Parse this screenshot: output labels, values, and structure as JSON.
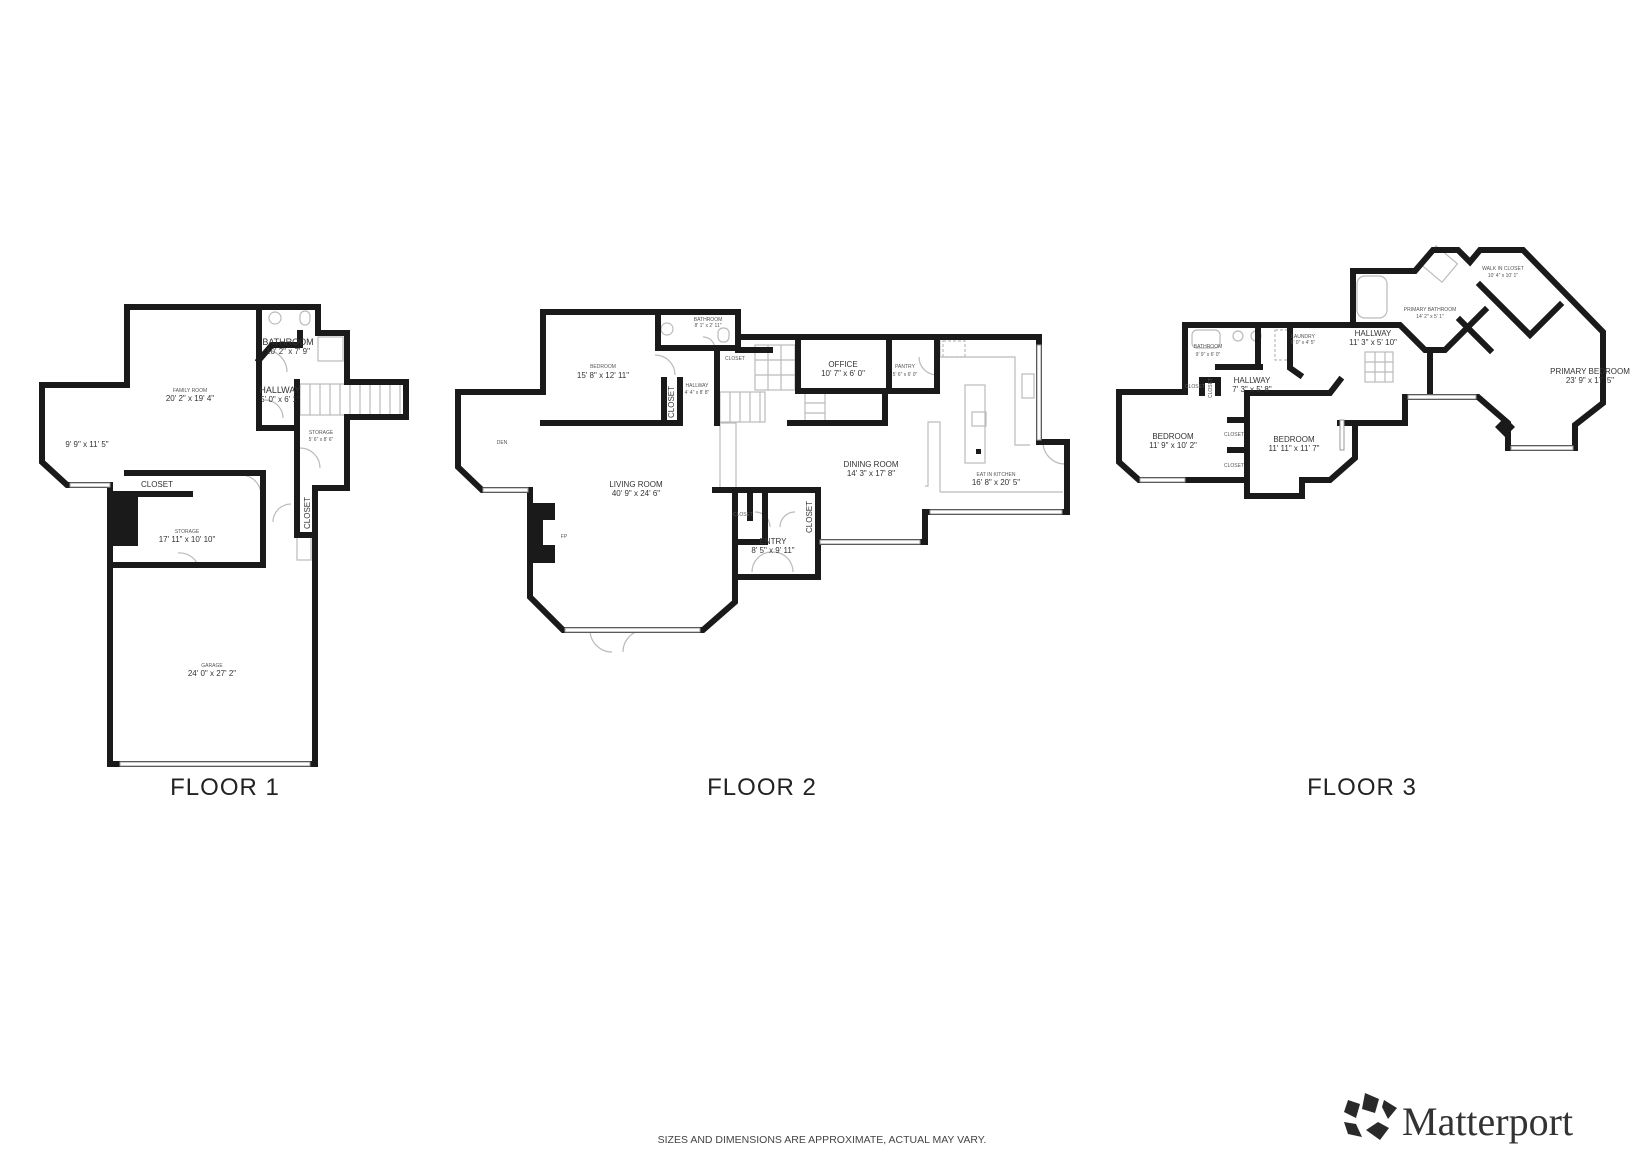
{
  "floors": [
    {
      "title": "FLOOR 1",
      "rooms": [
        {
          "name": "FAMILY ROOM",
          "dims": "20' 2\" x 19' 4\""
        },
        {
          "name": "",
          "dims": "9' 9\" x 11' 5\""
        },
        {
          "name": "BATHROOM",
          "dims": "10' 2\" x 7' 9\""
        },
        {
          "name": "HALLWAY",
          "dims": "5' 0\" x 6' 1\""
        },
        {
          "name": "STORAGE",
          "dims": "5' 6\" x 8' 6\""
        },
        {
          "name": "CLOSET",
          "dims": ""
        },
        {
          "name": "CLOSET",
          "dims": ""
        },
        {
          "name": "STORAGE",
          "dims": "17' 11\" x 10' 10\""
        },
        {
          "name": "GARAGE",
          "dims": "24' 0\" x 27' 2\""
        }
      ]
    },
    {
      "title": "FLOOR 2",
      "rooms": [
        {
          "name": "BEDROOM",
          "dims": "15' 8\" x 12' 11\""
        },
        {
          "name": "BATHROOM",
          "dims": "8' 1\" x 2' 11\""
        },
        {
          "name": "HALLWAY",
          "dims": "4' 4\" x 8' 8\""
        },
        {
          "name": "CLOSET",
          "dims": ""
        },
        {
          "name": "CLOSET",
          "dims": ""
        },
        {
          "name": "DEN",
          "dims": ""
        },
        {
          "name": "LIVING ROOM",
          "dims": "40' 9\" x 24' 6\""
        },
        {
          "name": "FP",
          "dims": ""
        },
        {
          "name": "CLOSET",
          "dims": ""
        },
        {
          "name": "CLOSET",
          "dims": ""
        },
        {
          "name": "ENTRY",
          "dims": "8' 5\" x 9' 11\""
        },
        {
          "name": "OFFICE",
          "dims": "10' 7\" x 6' 0\""
        },
        {
          "name": "PANTRY",
          "dims": "5' 6\" x 6' 0\""
        },
        {
          "name": "DINING ROOM",
          "dims": "14' 3\" x 17' 8\""
        },
        {
          "name": "EAT IN KITCHEN",
          "dims": "16' 8\" x 20' 5\""
        }
      ]
    },
    {
      "title": "FLOOR 3",
      "rooms": [
        {
          "name": "BATHROOM",
          "dims": "9' 9\" x 6' 0\""
        },
        {
          "name": "LAUNDRY",
          "dims": "6' 0\" x 4' 5\""
        },
        {
          "name": "HALLWAY",
          "dims": "11' 3\" x 5' 10\""
        },
        {
          "name": "CLOSET",
          "dims": ""
        },
        {
          "name": "CLOSET",
          "dims": ""
        },
        {
          "name": "HALLWAY",
          "dims": "7' 3\" x 5' 8\""
        },
        {
          "name": "BEDROOM",
          "dims": "11' 9\" x 10' 2\""
        },
        {
          "name": "BEDROOM",
          "dims": "11' 11\" x 11' 7\""
        },
        {
          "name": "CLOSET",
          "dims": ""
        },
        {
          "name": "CLOSET",
          "dims": ""
        },
        {
          "name": "PRIMARY BATHROOM",
          "dims": "14' 2\" x 5' 1\""
        },
        {
          "name": "WALK IN CLOSET",
          "dims": "10' 4\" x 10' 1\""
        },
        {
          "name": "PRIMARY BEDROOM",
          "dims": "23' 9\" x 17' 5\""
        }
      ]
    }
  ],
  "disclaimer": "SIZES AND DIMENSIONS ARE APPROXIMATE, ACTUAL MAY VARY.",
  "brand": {
    "name": "Matterport",
    "icon": "matterport-logo-icon"
  }
}
